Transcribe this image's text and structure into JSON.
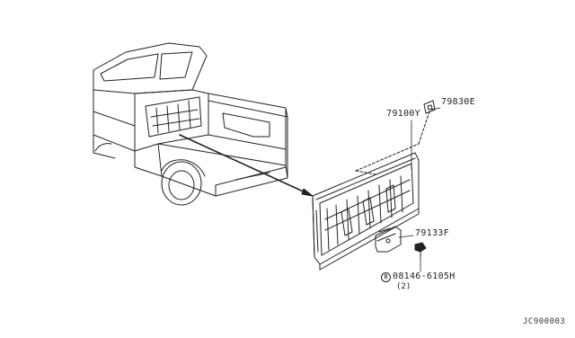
{
  "labels": {
    "panel": "79100Y",
    "clip": "79830E",
    "bracket": "79133F",
    "bolt_symbol": "B",
    "bolt": "08146-6105H",
    "bolt_qty": "(2)"
  },
  "diagram_code": "JC900003"
}
